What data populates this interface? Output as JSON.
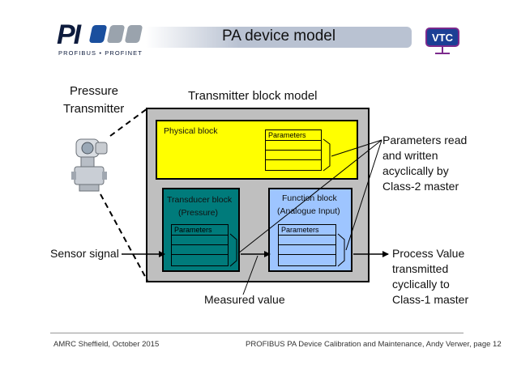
{
  "header": {
    "logo_letters": "PI",
    "logo_subtitle": "PROFIBUS • PROFINET",
    "title": "PA device model",
    "vtc_logo": "VTC",
    "colors": {
      "logo_blue": "#1a4f9e",
      "logo_gray": "#9aa3ad",
      "vtc_blue": "#1c3f95",
      "vtc_purple": "#7c2a8c"
    }
  },
  "diagram": {
    "device_label_line1": "Pressure",
    "device_label_line2": "Transmitter",
    "model_title": "Transmitter block model",
    "physical_block": {
      "label": "Physical block",
      "params_label": "Parameters",
      "color": "#ffff00"
    },
    "transducer_block": {
      "label_line1": "Transducer block",
      "label_line2": "(Pressure)",
      "params_label": "Parameters",
      "color": "#007b7b"
    },
    "function_block": {
      "label_line1": "Function block",
      "label_line2": "(Analogue Input)",
      "params_label": "Parameters",
      "color": "#9ec5ff"
    },
    "sensor_signal": "Sensor signal",
    "measured_value": "Measured value",
    "acyclic_note": [
      "Parameters read",
      "and written",
      "acyclically by",
      "Class-2 master"
    ],
    "process_value_note": [
      "Process Value",
      "transmitted",
      "cyclically to",
      "Class-1 master"
    ]
  },
  "footer": {
    "left": "AMRC Sheffield, October 2015",
    "right": "PROFIBUS PA Device Calibration and Maintenance, Andy Verwer,   page  12"
  }
}
